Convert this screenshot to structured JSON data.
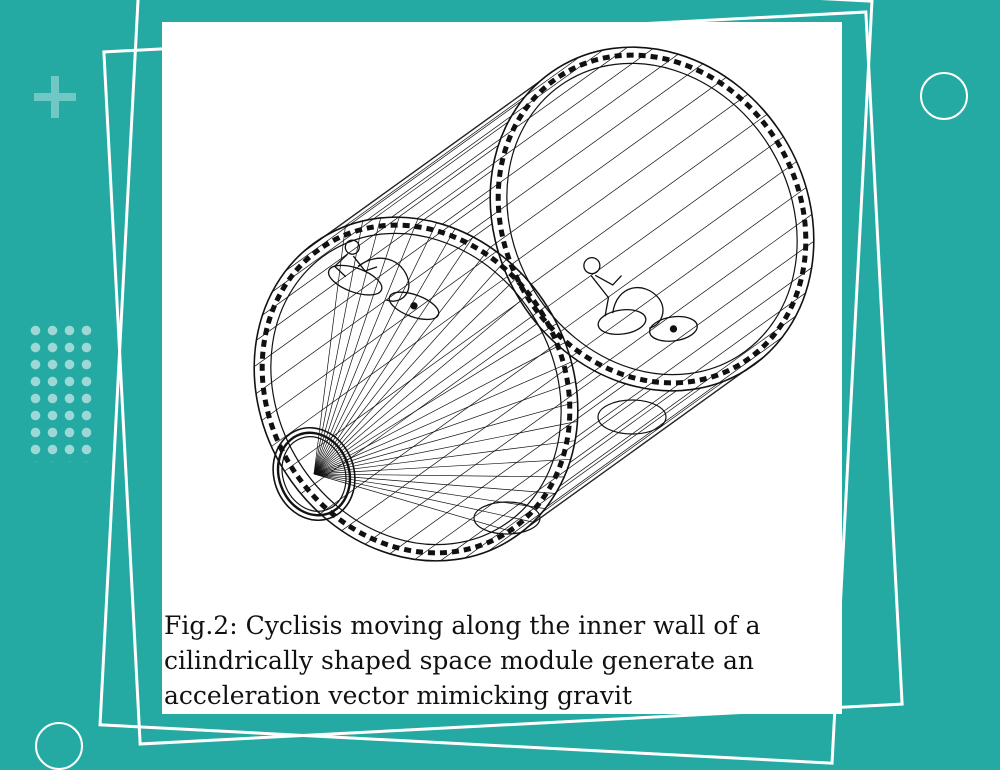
{
  "caption": {
    "line1": "Fig.2: Cyclisis moving along the inner wall of a",
    "line2": "cilindrically shaped space module generate an",
    "line3": "acceleration vector mimicking gravit"
  },
  "colors": {
    "background": "#24aaa3",
    "card": "#ffffff",
    "decoration": "#ffffff",
    "ink": "#111111"
  },
  "icons": [
    "plus-cross-icon",
    "circle-ring-icon",
    "dot-grid-icon"
  ]
}
